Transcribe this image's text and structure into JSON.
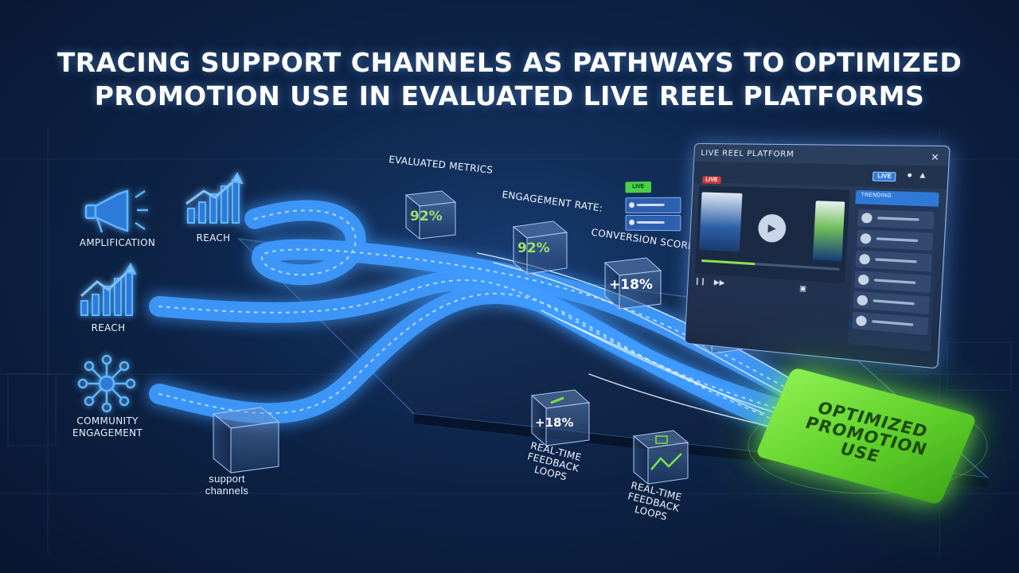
{
  "title": {
    "line1": "TRACING SUPPORT CHANNELS AS PATHWAYS TO OPTIMIZED",
    "line2": "PROMOTION USE IN EVALUATED LIVE REEL PLATFORMS"
  },
  "sources": {
    "amplification": "AMPLIFICATION",
    "reach_top": "REACH",
    "reach": "REACH",
    "community_line1": "COMMUNITY",
    "community_line2": "ENGAGEMENT",
    "support_line1": "support",
    "support_line2": "channels"
  },
  "metrics": {
    "evaluated_label": "EVALUATED METRICS",
    "evaluated_value": "92%",
    "engagement_label": "ENGAGEMENT RATE:",
    "engagement_value": "92%",
    "conversion_label": "CONVERSION SCORE:",
    "conversion_value": "+18%",
    "feedback_value": "+18%",
    "feedback1_line1": "REAL-TIME",
    "feedback1_line2": "FEEDBACK LOOPS",
    "feedback2_line1": "REAL-TIME",
    "feedback2_line2": "FEEDBACK LOOPS"
  },
  "platform": {
    "window_title": "LIVE REEL PLATFORM",
    "live_badge": "LIVE",
    "live_badge_top": "LIVE",
    "card_live": "LIVE",
    "side_header": "TRENDING",
    "close_glyph": "✕",
    "play_glyph": "▶",
    "progress": 0.4
  },
  "destination": {
    "line1": "OPTIMIZED",
    "line2": "PROMOTION",
    "line3": "USE"
  },
  "colors": {
    "pipe": "#3f9bff",
    "pipe_glow": "#7fc4ff",
    "accent_green": "#7ae641",
    "background": "#0d2448"
  },
  "icons": {
    "amplification": "megaphone-icon",
    "reach": "bar-chart-up-icon",
    "community": "network-hub-icon"
  }
}
